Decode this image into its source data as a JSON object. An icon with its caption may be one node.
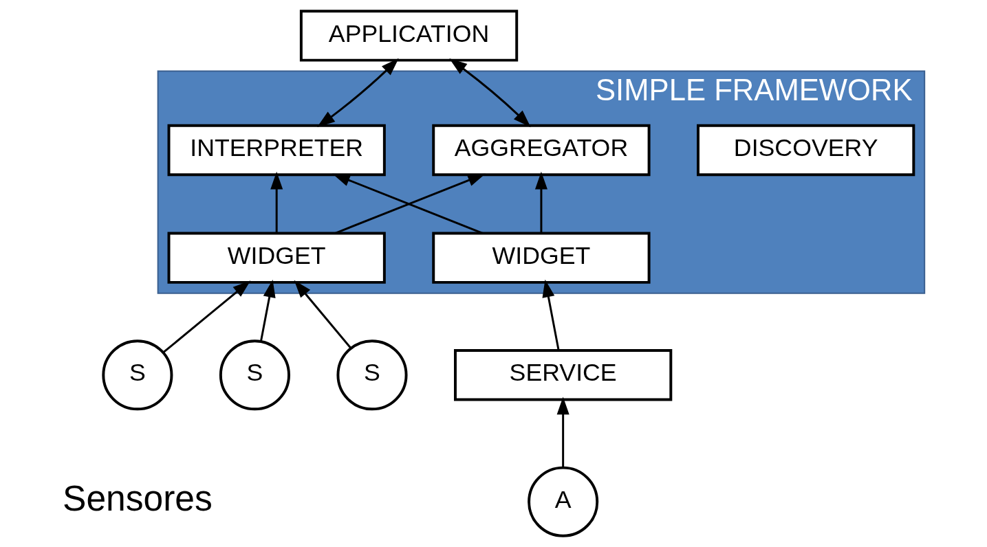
{
  "diagram": {
    "nodes": [
      {
        "text": [
          "APPLICATION"
        ]
      },
      {
        "text": [
          "SIMPLE FRAMEWORK"
        ]
      },
      {
        "text": [
          "INTERPRETER"
        ],
        "in": 1
      },
      {
        "text": [
          "AGGREGATOR"
        ],
        "in": 1
      },
      {
        "text": [
          "DISCOVERY"
        ],
        "in": 1
      },
      {
        "text": [
          "WIDGET"
        ],
        "in": 1
      },
      {
        "text": [
          "WIDGET"
        ],
        "in": 1
      },
      {
        "text": [
          "SERVICE"
        ]
      },
      {
        "text": [
          "S"
        ]
      },
      {
        "text": [
          "S"
        ]
      },
      {
        "text": [
          "S"
        ]
      },
      {
        "text": [
          "A"
        ]
      }
    ],
    "edges": [
      {
        "from": 0,
        "to": 2,
        "arrow": "both"
      },
      {
        "from": 0,
        "to": 3,
        "arrow": "both"
      },
      {
        "from": 5,
        "to": 2,
        "arrow": "to"
      },
      {
        "from": 5,
        "to": 3,
        "arrow": "to"
      },
      {
        "from": 6,
        "to": 2,
        "arrow": "to"
      },
      {
        "from": 6,
        "to": 3,
        "arrow": "to"
      },
      {
        "from": 7,
        "to": 6,
        "arrow": "to"
      },
      {
        "from": 8,
        "to": 5,
        "arrow": "to"
      },
      {
        "from": 9,
        "to": 5,
        "arrow": "to"
      },
      {
        "from": 10,
        "to": 5,
        "arrow": "to"
      },
      {
        "from": 11,
        "to": 7,
        "arrow": "to"
      }
    ],
    "legend": [
      {
        "text": "Sensores"
      }
    ]
  }
}
